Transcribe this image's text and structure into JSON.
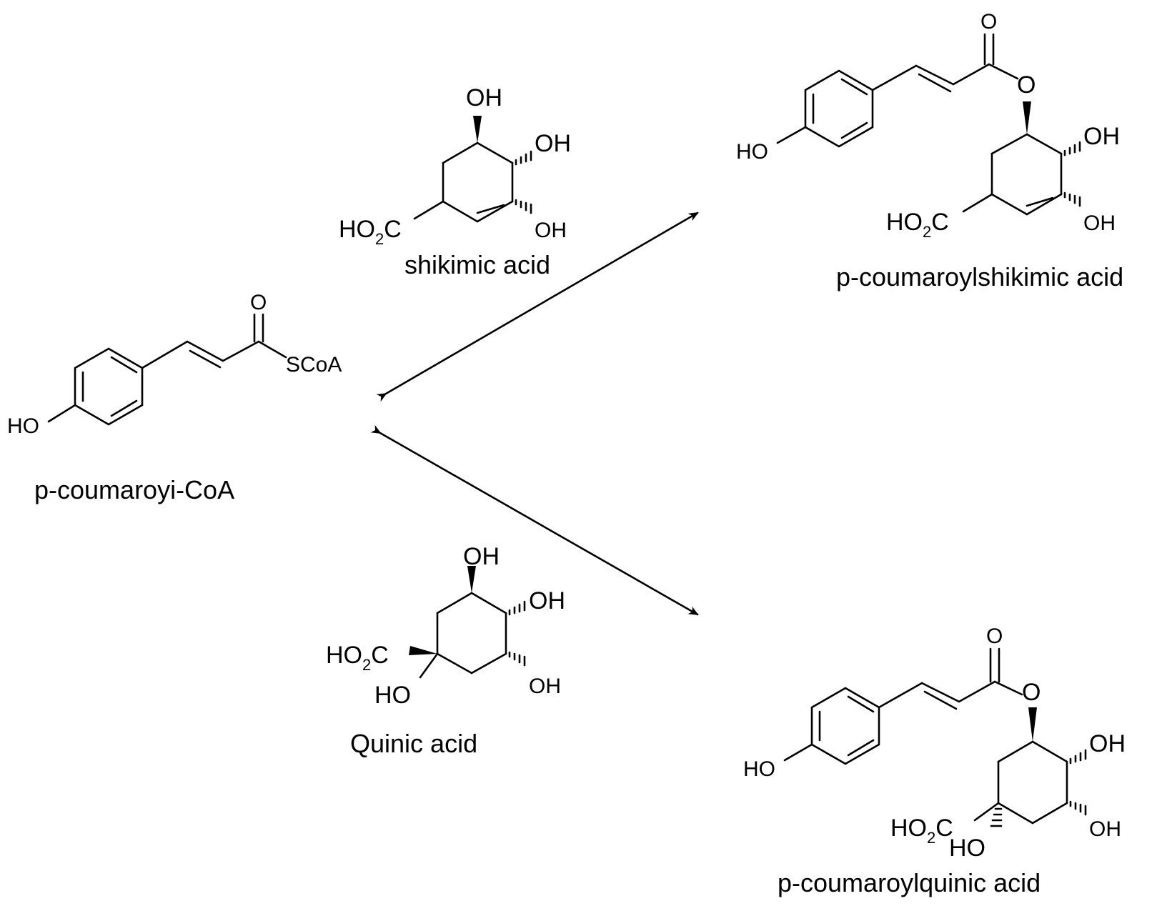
{
  "compounds": {
    "coumaroyl_coa": {
      "name": "p-coumaroyi-CoA",
      "ho": "HO",
      "o": "O",
      "scoa": "SCoA"
    },
    "shikimic": {
      "name": "shikimic acid",
      "oh_top": "OH",
      "oh_right": "OH",
      "oh_low": "OH",
      "ho2c_ho": "HO",
      "ho2c_sub": "2",
      "ho2c_c": "C"
    },
    "quinic": {
      "name": "Quinic acid",
      "oh_top": "OH",
      "oh_right": "OH",
      "oh_low": "OH",
      "ho2c_ho": "HO",
      "ho2c_sub": "2",
      "ho2c_c": "C",
      "ho_bottom": "HO"
    },
    "coumaroylshikimic": {
      "name": "p-coumaroylshikimic acid",
      "ho": "HO",
      "o_carbonyl": "O",
      "o_ester": "O",
      "oh_right": "OH",
      "oh_low": "OH",
      "ho2c_ho": "HO",
      "ho2c_sub": "2",
      "ho2c_c": "C"
    },
    "coumaroylquinic": {
      "name": "p-coumaroylquinic acid",
      "ho": "HO",
      "o_carbonyl": "O",
      "o_ester": "O",
      "oh_right": "OH",
      "oh_low": "OH",
      "ho2c_ho": "HO",
      "ho2c_sub": "2",
      "ho2c_c": "C",
      "ho_bottom": "HO"
    }
  },
  "arrows": [
    "reversible-arrow-shikimic",
    "reversible-arrow-quinic"
  ]
}
